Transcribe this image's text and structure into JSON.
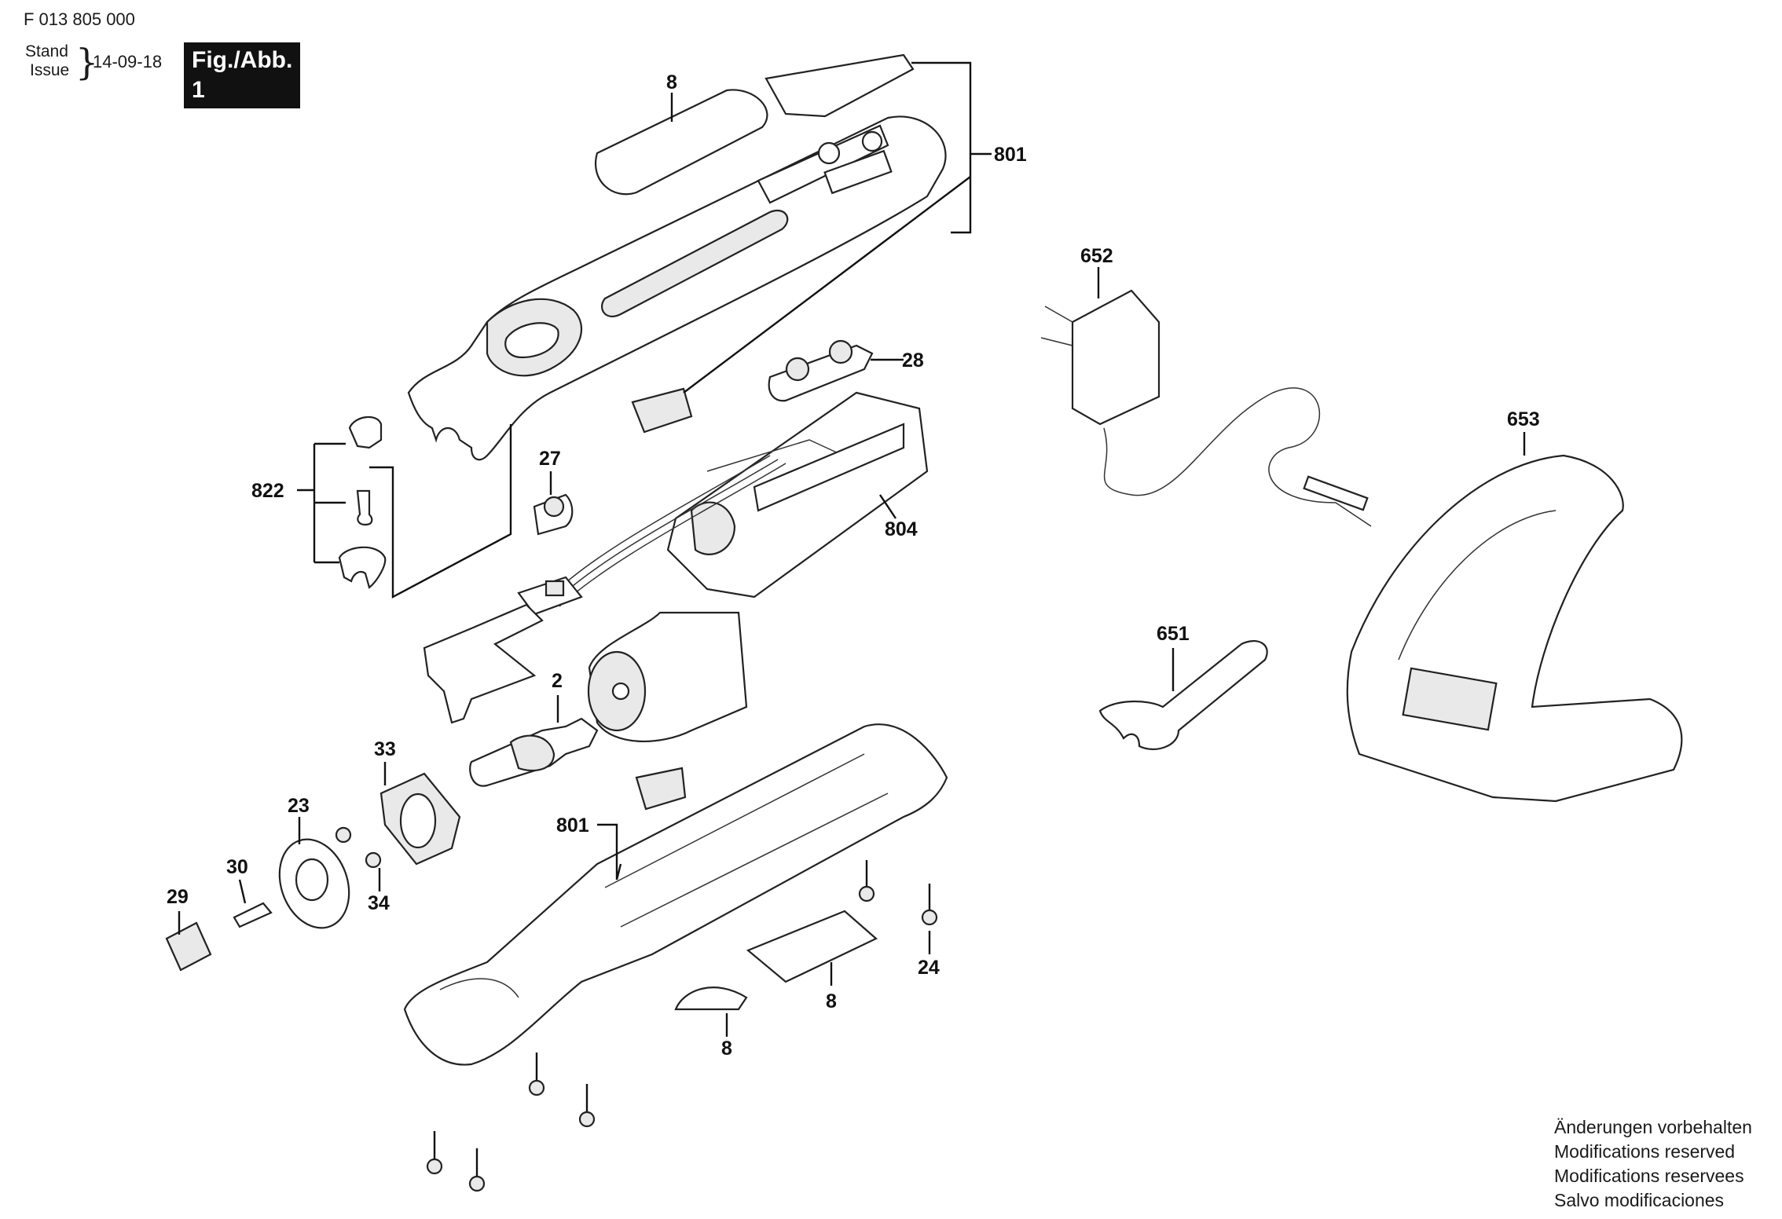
{
  "header": {
    "doc_number": "F 013 805 000",
    "stand_label": "Stand",
    "issue_label": "Issue",
    "date": "14-09-18",
    "figure_label": "Fig./Abb. 1"
  },
  "part_labels": {
    "p8_top": "8",
    "p801_top": "801",
    "p652": "652",
    "p28": "28",
    "p653": "653",
    "p822": "822",
    "p27": "27",
    "p804": "804",
    "p651": "651",
    "p2": "2",
    "p33": "33",
    "p23": "23",
    "p801_bottom": "801",
    "p30": "30",
    "p29": "29",
    "p34": "34",
    "p24": "24",
    "p8_mid": "8",
    "p8_low": "8"
  },
  "notes": {
    "de": "Änderungen vorbehalten",
    "en": "Modifications reserved",
    "fr": "Modifications reservees",
    "es": "Salvo modificaciones"
  }
}
